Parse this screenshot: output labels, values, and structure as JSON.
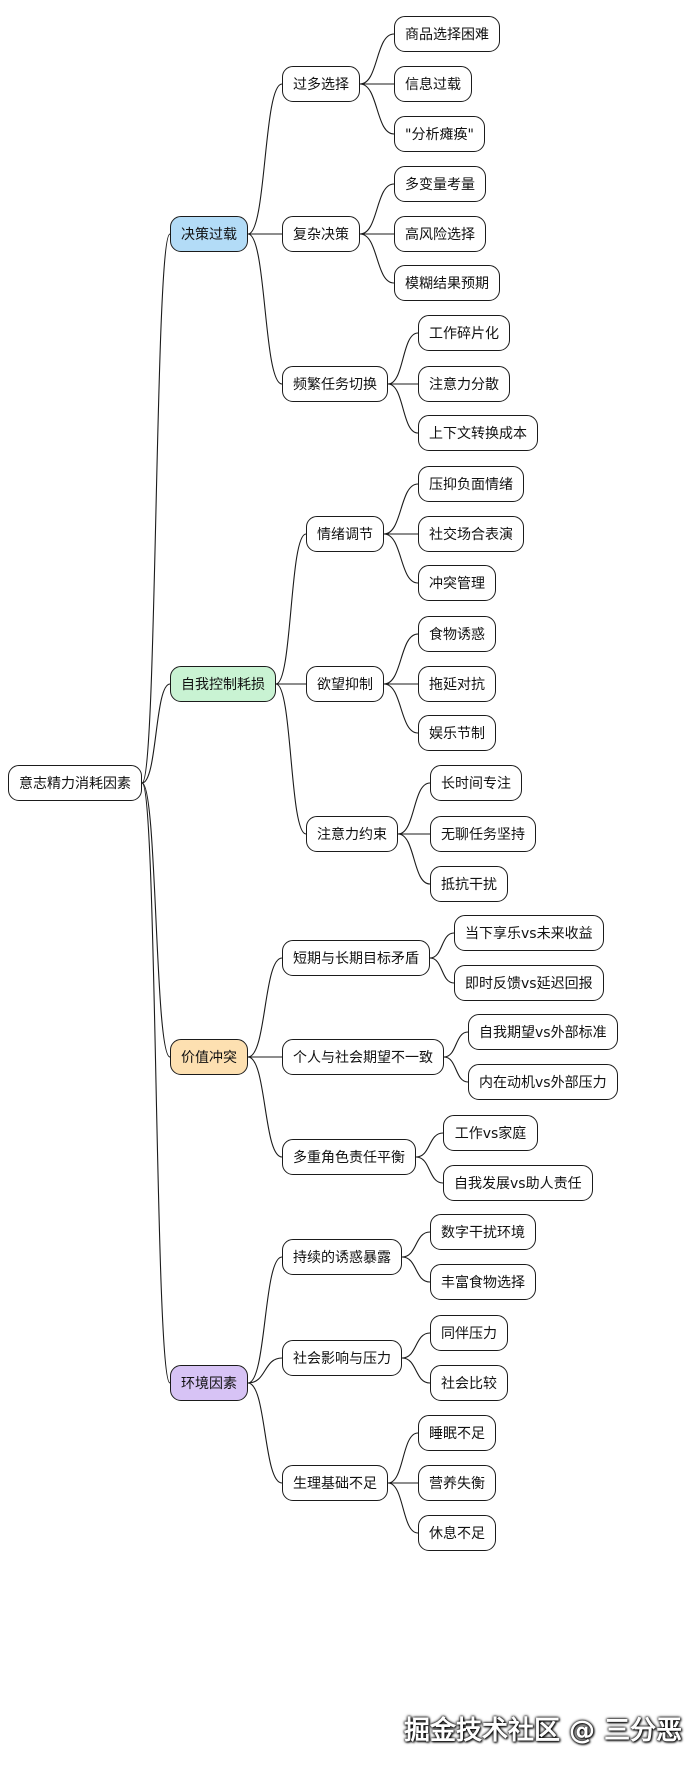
{
  "mindmap": {
    "root": "意志精力消耗因素",
    "branches": [
      {
        "label": "决策过载",
        "color": "#b3dcf7",
        "children": [
          {
            "label": "过多选择",
            "children": [
              "商品选择困难",
              "信息过载",
              "\"分析瘫痪\""
            ]
          },
          {
            "label": "复杂决策",
            "children": [
              "多变量考量",
              "高风险选择",
              "模糊结果预期"
            ]
          },
          {
            "label": "频繁任务切换",
            "children": [
              "工作碎片化",
              "注意力分散",
              "上下文转换成本"
            ]
          }
        ]
      },
      {
        "label": "自我控制耗损",
        "color": "#c9f3d3",
        "children": [
          {
            "label": "情绪调节",
            "children": [
              "压抑负面情绪",
              "社交场合表演",
              "冲突管理"
            ]
          },
          {
            "label": "欲望抑制",
            "children": [
              "食物诱惑",
              "拖延对抗",
              "娱乐节制"
            ]
          },
          {
            "label": "注意力约束",
            "children": [
              "长时间专注",
              "无聊任务坚持",
              "抵抗干扰"
            ]
          }
        ]
      },
      {
        "label": "价值冲突",
        "color": "#fde0b1",
        "children": [
          {
            "label": "短期与长期目标矛盾",
            "children": [
              "当下享乐vs未来收益",
              "即时反馈vs延迟回报"
            ]
          },
          {
            "label": "个人与社会期望不一致",
            "children": [
              "自我期望vs外部标准",
              "内在动机vs外部压力"
            ]
          },
          {
            "label": "多重角色责任平衡",
            "children": [
              "工作vs家庭",
              "自我发展vs助人责任"
            ]
          }
        ]
      },
      {
        "label": "环境因素",
        "color": "#d7c3f5",
        "children": [
          {
            "label": "持续的诱惑暴露",
            "children": [
              "数字干扰环境",
              "丰富食物选择"
            ]
          },
          {
            "label": "社会影响与压力",
            "children": [
              "同伴压力",
              "社会比较"
            ]
          },
          {
            "label": "生理基础不足",
            "children": [
              "睡眠不足",
              "营养失衡",
              "休息不足"
            ]
          }
        ]
      }
    ]
  },
  "watermark": "掘金技术社区 @ 三分恶"
}
